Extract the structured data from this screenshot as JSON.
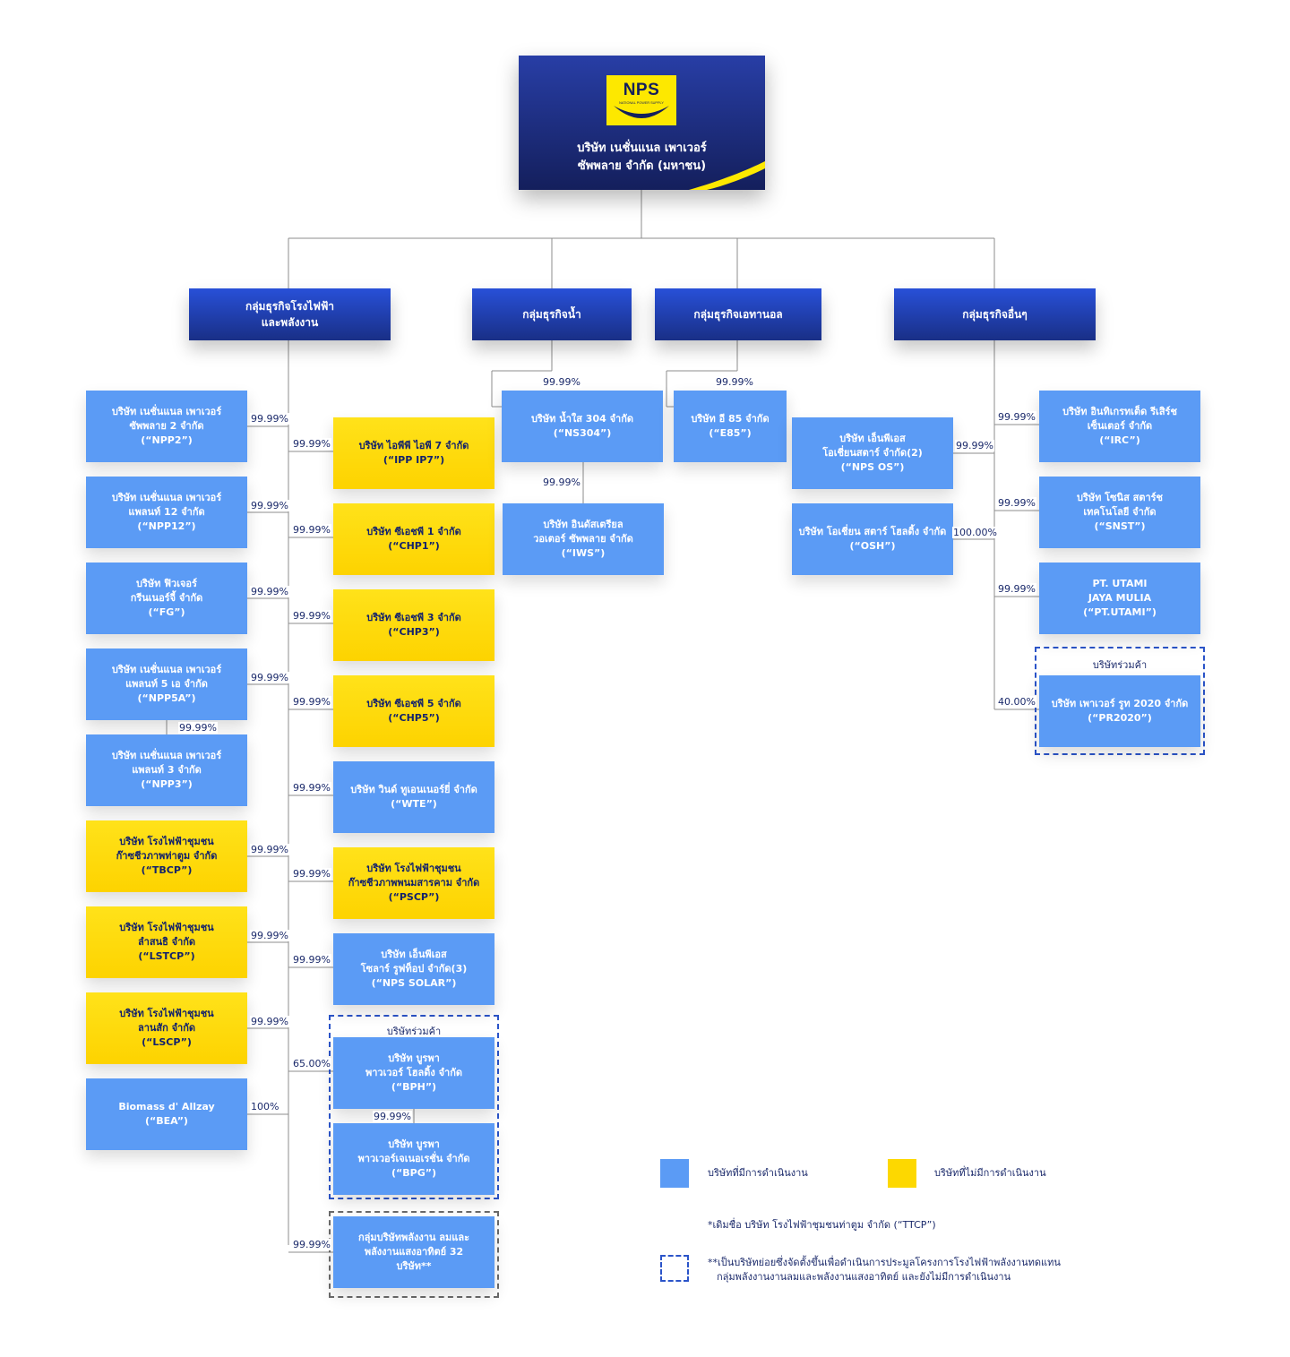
{
  "parent": {
    "logo_text": "NPS",
    "logo_subtext": "NATIONAL POWER SUPPLY",
    "name_lines": [
      "บริษัท เนชั่นแนล เพาเวอร์",
      "ซัพพลาย จำกัด (มหาชน)"
    ]
  },
  "groups": {
    "power": [
      "กลุ่มธุรกิจโรงไฟฟ้า",
      "และพลังงาน"
    ],
    "water": [
      "กลุ่มธุรกิจน้ำ"
    ],
    "ethanol": [
      "กลุ่มธุรกิจเอทานอล"
    ],
    "other": [
      "กลุ่มธุรกิจอื่นๆ"
    ]
  },
  "companies": {
    "npp2": [
      "บริษัท เนชั่นแนล เพาเวอร์",
      "ซัพพลาย 2 จำกัด",
      "(“NPP2”)"
    ],
    "npp12": [
      "บริษัท เนชั่นแนล เพาเวอร์",
      "แพลนท์ 12 จำกัด",
      "(“NPP12”)"
    ],
    "fg": [
      "บริษัท ฟิวเจอร์",
      "กรีนเนอร์จี้ จำกัด",
      "(“FG”)"
    ],
    "npp5a": [
      "บริษัท เนชั่นแนล เพาเวอร์",
      "แพลนท์ 5 เอ จำกัด",
      "(“NPP5A”)"
    ],
    "npp3": [
      "บริษัท เนชั่นแนล เพาเวอร์",
      "แพลนท์ 3 จำกัด",
      "(“NPP3”)"
    ],
    "tbcp": [
      "บริษัท โรงไฟฟ้าชุมชน",
      "ก๊าซชีวภาพท่าตูม จำกัด",
      "(“TBCP”)"
    ],
    "lstcp": [
      "บริษัท โรงไฟฟ้าชุมชน",
      "ลำสนธิ จำกัด",
      "(“LSTCP”)"
    ],
    "lscp": [
      "บริษัท โรงไฟฟ้าชุมชน",
      "ลานสัก จำกัด",
      "(“LSCP”)"
    ],
    "bea": [
      "Biomass d' Allzay",
      "(“BEA”)"
    ],
    "ipp7": [
      "บริษัท ไอพีพี ไอพี 7 จำกัด",
      "(“IPP IP7”)"
    ],
    "chp1": [
      "บริษัท ซีเอชพี 1 จำกัด",
      "(“CHP1”)"
    ],
    "chp3": [
      "บริษัท ซีเอชพี 3 จำกัด",
      "(“CHP3”)"
    ],
    "chp5": [
      "บริษัท ซีเอชพี 5 จำกัด",
      "(“CHP5”)"
    ],
    "wte": [
      "บริษัท วินด์ ทูเอนเนอร์ยี่ จำกัด",
      "(“WTE”)"
    ],
    "pscp": [
      "บริษัท โรงไฟฟ้าชุมชน",
      "ก๊าซชีวภาพพนมสารคาม จำกัด",
      "(“PSCP”)"
    ],
    "solar": [
      "บริษัท เอ็นพีเอส",
      "โซลาร์ รูฟท็อป จำกัด(3)",
      "(“NPS SOLAR”)"
    ],
    "bph": [
      "บริษัท บูรพา",
      "พาวเวอร์ โฮลดิ้ง จำกัด",
      "(“BPH”)"
    ],
    "bpg": [
      "บริษัท บูรพา",
      "พาวเวอร์เจเนอเรชั่น จำกัด",
      "(“BPG”)"
    ],
    "wind": [
      "กลุ่มบริษัทพลังงาน ลมและ",
      "พลังงานแสงอาทิตย์ 32",
      "บริษัท**"
    ],
    "ns304": [
      "บริษัท น้ำใส 304 จำกัด",
      "(“NS304”)"
    ],
    "iws": [
      "บริษัท อินดัสเตรียล",
      "วอเตอร์ ซัพพลาย จำกัด",
      "(“IWS”)"
    ],
    "e85": [
      "บริษัท อี 85 จำกัด",
      "(“E85”)"
    ],
    "npsos": [
      "บริษัท เอ็นพีเอส",
      "โอเชี่ยนสตาร์ จำกัด(2)",
      "(“NPS OS”)"
    ],
    "osh": [
      "บริษัท โอเชี่ยน สตาร์ โฮลดิ้ง จำกัด",
      "(“OSH”)"
    ],
    "irc": [
      "บริษัท อินทิเกรทเต็ด รีเสิร์ช",
      "เซ็นเตอร์ จำกัด",
      "(“IRC”)"
    ],
    "snst": [
      "บริษัท โซนิส สตาร์ช",
      "เทคโนโลยี จำกัด",
      "(“SNST”)"
    ],
    "utami": [
      "PT. UTAMI",
      "JAYA MULIA",
      "(“PT.UTAMI”)"
    ],
    "pr2020": [
      "บริษัท เพาเวอร์ รูท 2020 จำกัด",
      "(“PR2020”)"
    ]
  },
  "percentages": {
    "npp2": "99.99%",
    "npp12": "99.99%",
    "fg": "99.99%",
    "npp5a": "99.99%",
    "npp3": "99.99%",
    "tbcp": "99.99%",
    "lstcp": "99.99%",
    "lscp": "99.99%",
    "bea": "100%",
    "ipp7": "99.99%",
    "chp1": "99.99%",
    "chp3": "99.99%",
    "chp5": "99.99%",
    "wte": "99.99%",
    "pscp": "99.99%",
    "solar": "99.99%",
    "bph": "65.00%",
    "bpg": "99.99%",
    "wind": "99.99%",
    "ns304": "99.99%",
    "iws": "99.99%",
    "e85": "99.99%",
    "npsos": "99.99%",
    "osh": "100.00%",
    "irc": "99.99%",
    "snst": "99.99%",
    "utami": "99.99%",
    "pr2020": "40.00%"
  },
  "joint_venture_label": "บริษัทร่วมค้า",
  "legend": {
    "operating": "บริษัทที่มีการดำเนินงาน",
    "not_operating": "บริษัทที่ไม่มีการดำเนินงาน",
    "note_formerly": "*เดิมชื่อ บริษัท โรงไฟฟ้าชุมชนท่าตูม จำกัด (“TTCP”)",
    "note_dashed_lines": [
      "**เป็นบริษัทย่อยซึ่งจัดตั้งขึ้นเพื่อดำเนินการประมูลโครงการโรงไฟฟ้าพลังงานทดแทน",
      "กลุ่มพลังงานงานลมและพลังงานแสงอาทิตย์ และยังไม่มีการดำเนินงาน"
    ]
  },
  "colors": {
    "operating": "#5b9bf5",
    "not_operating": "#fdd800",
    "group": "#1e3aa8",
    "parent": "#1a2a80",
    "accent_yellow": "#fde800",
    "dashed_border": "#2b54c9"
  }
}
